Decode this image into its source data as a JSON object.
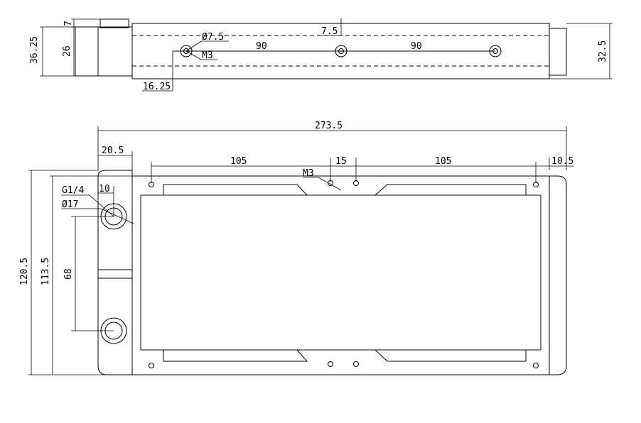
{
  "top_view": {
    "labels": {
      "d_7": "7",
      "d_36_25": "36.25",
      "d_26": "26",
      "d_7_5_hole": "Ø7.5",
      "m3": "M3",
      "d_7_5": "7.5",
      "d_90_a": "90",
      "d_90_b": "90",
      "d_16_25": "16.25",
      "d_32_5": "32.5"
    }
  },
  "front_view": {
    "labels": {
      "d_273_5": "273.5",
      "d_20_5": "20.5",
      "d_105_a": "105",
      "d_15": "15",
      "d_105_b": "105",
      "d_10_5": "10.5",
      "m3": "M3",
      "g14": "G1/4",
      "d_10": "10",
      "d_17": "Ø17",
      "d_120_5": "120.5",
      "d_113_5": "113.5",
      "d_68": "68"
    }
  }
}
